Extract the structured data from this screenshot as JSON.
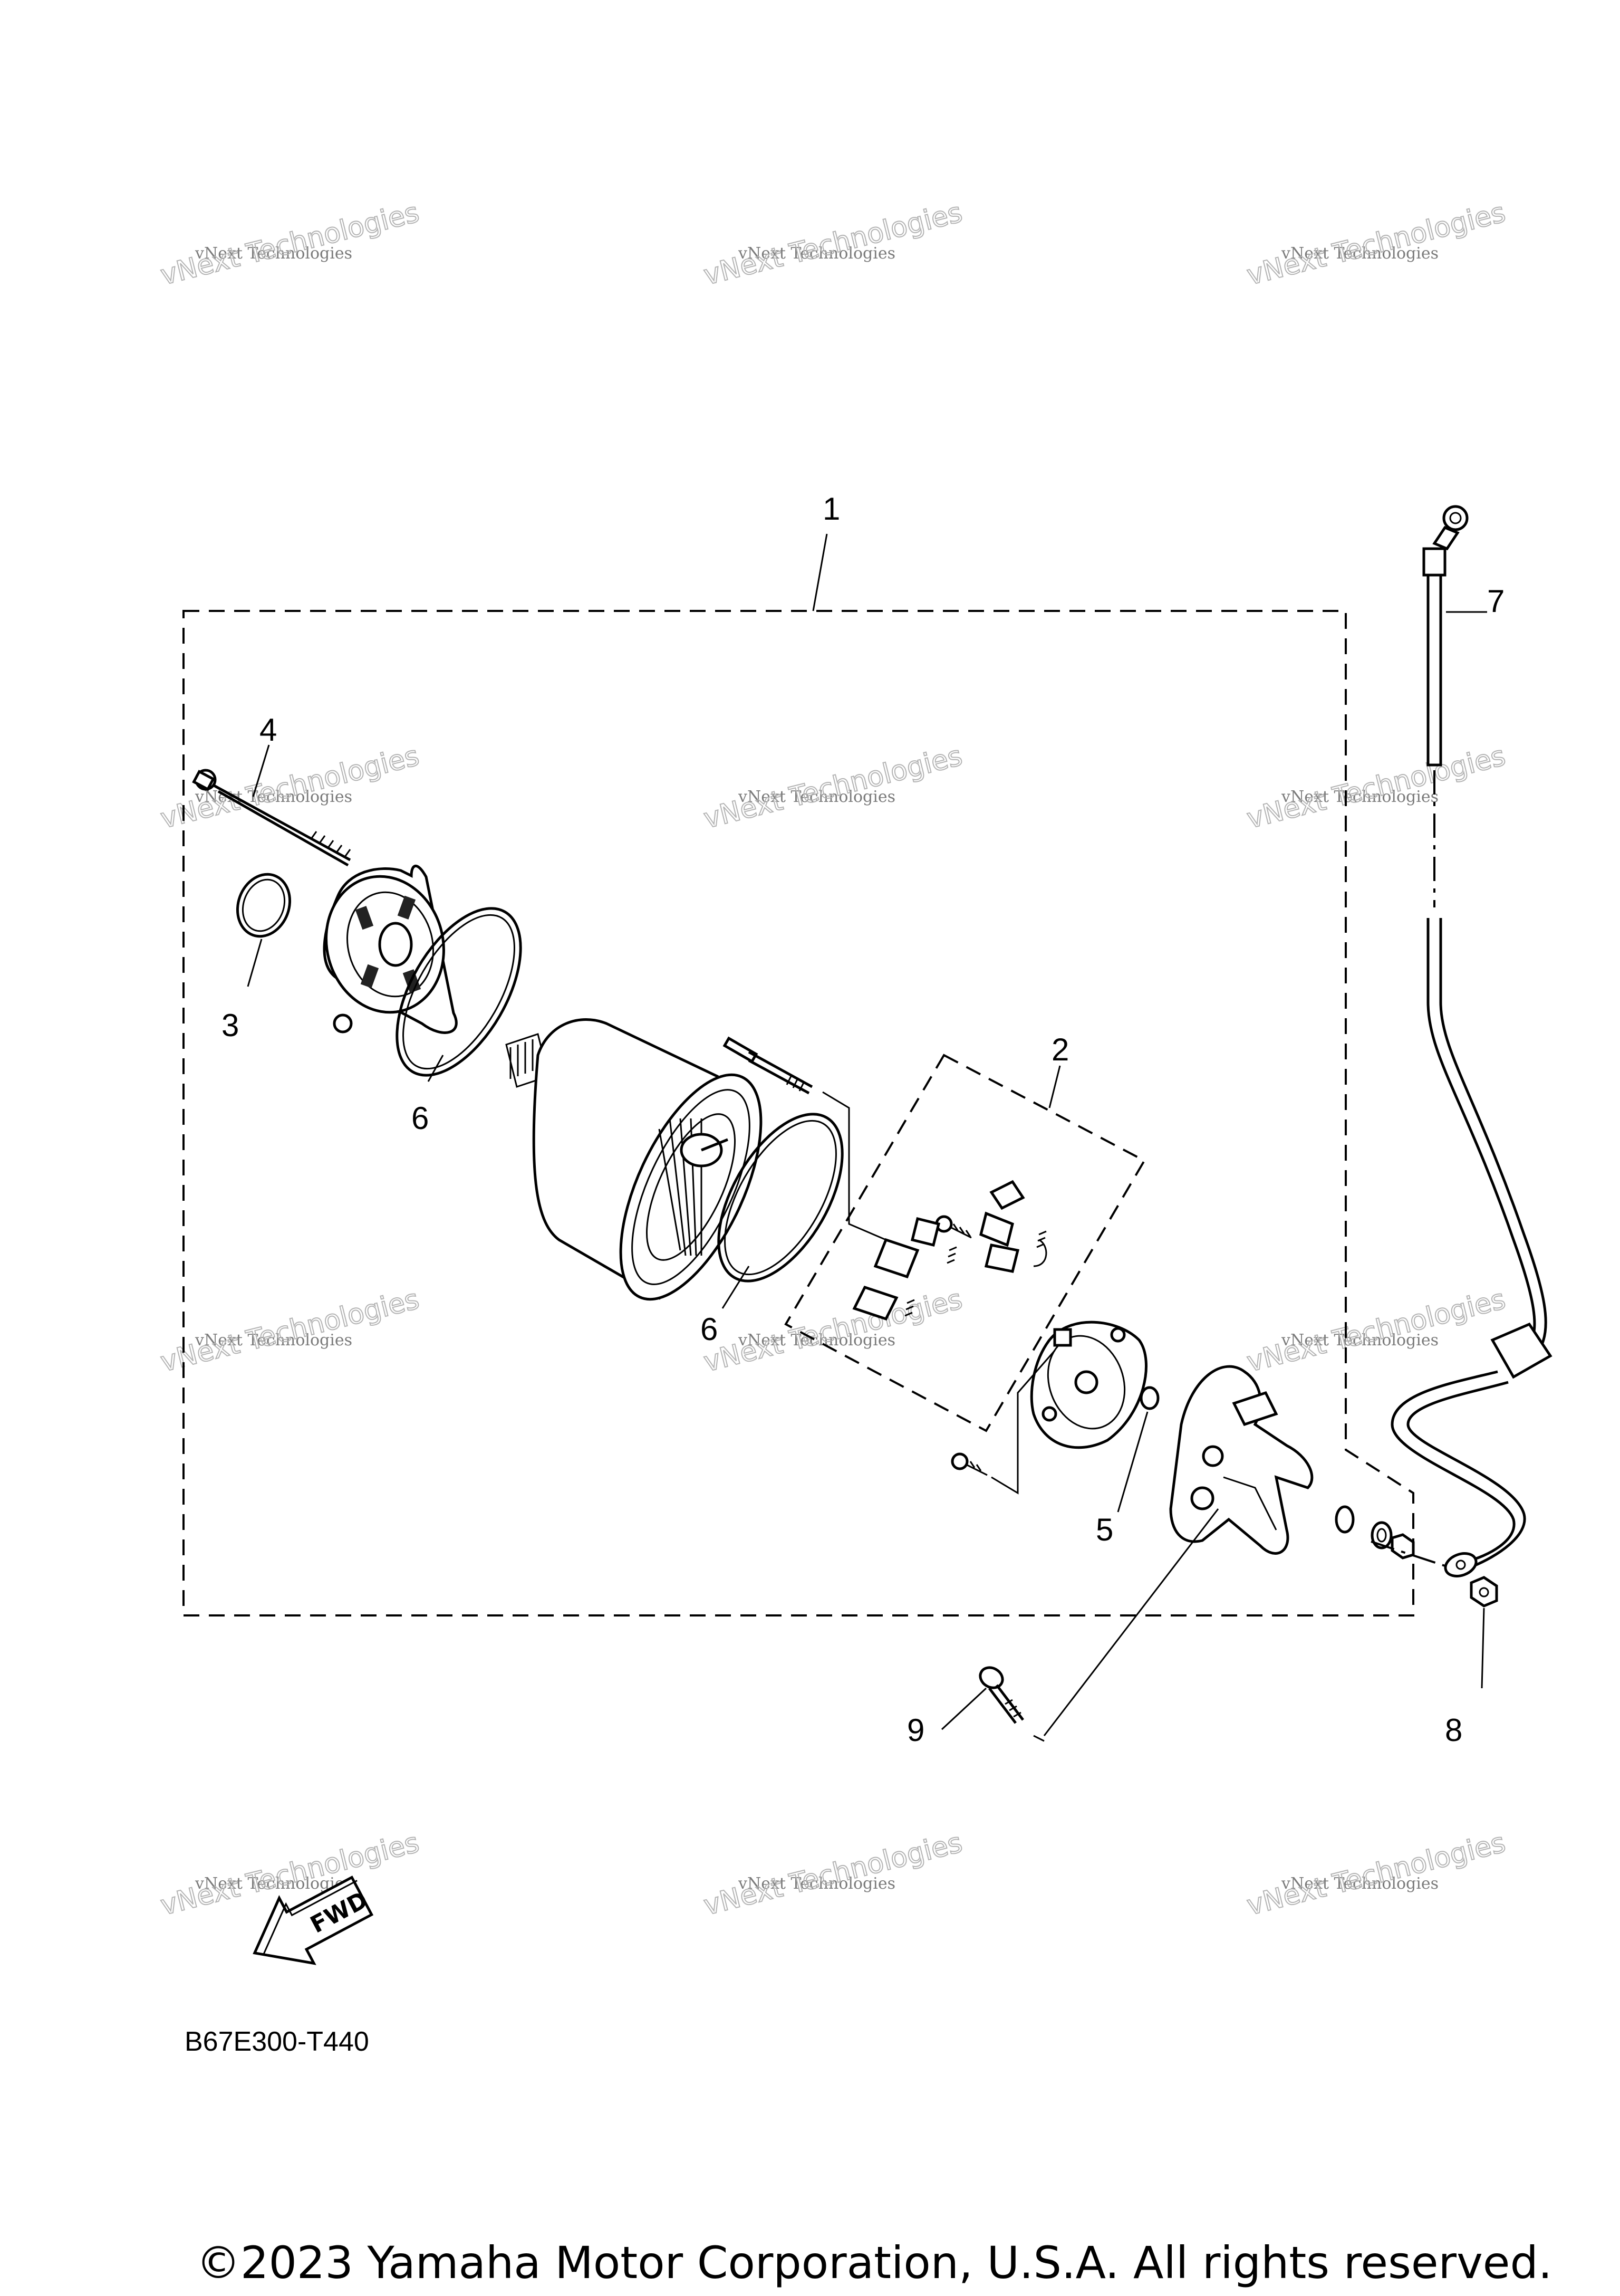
{
  "callouts": [
    {
      "id": "1",
      "label": "1"
    },
    {
      "id": "2",
      "label": "2"
    },
    {
      "id": "3",
      "label": "3"
    },
    {
      "id": "4",
      "label": "4"
    },
    {
      "id": "5",
      "label": "5"
    },
    {
      "id": "6a",
      "label": "6"
    },
    {
      "id": "6b",
      "label": "6"
    },
    {
      "id": "7",
      "label": "7"
    },
    {
      "id": "8",
      "label": "8"
    },
    {
      "id": "9",
      "label": "9"
    }
  ],
  "watermark": {
    "line1": "vNext Technologies",
    "line2": "vNext Technologies"
  },
  "fwd_label": "FWD",
  "part_code": "B67E300-T440",
  "copyright": "©2023 Yamaha Motor Corporation, U.S.A. All rights reserved."
}
